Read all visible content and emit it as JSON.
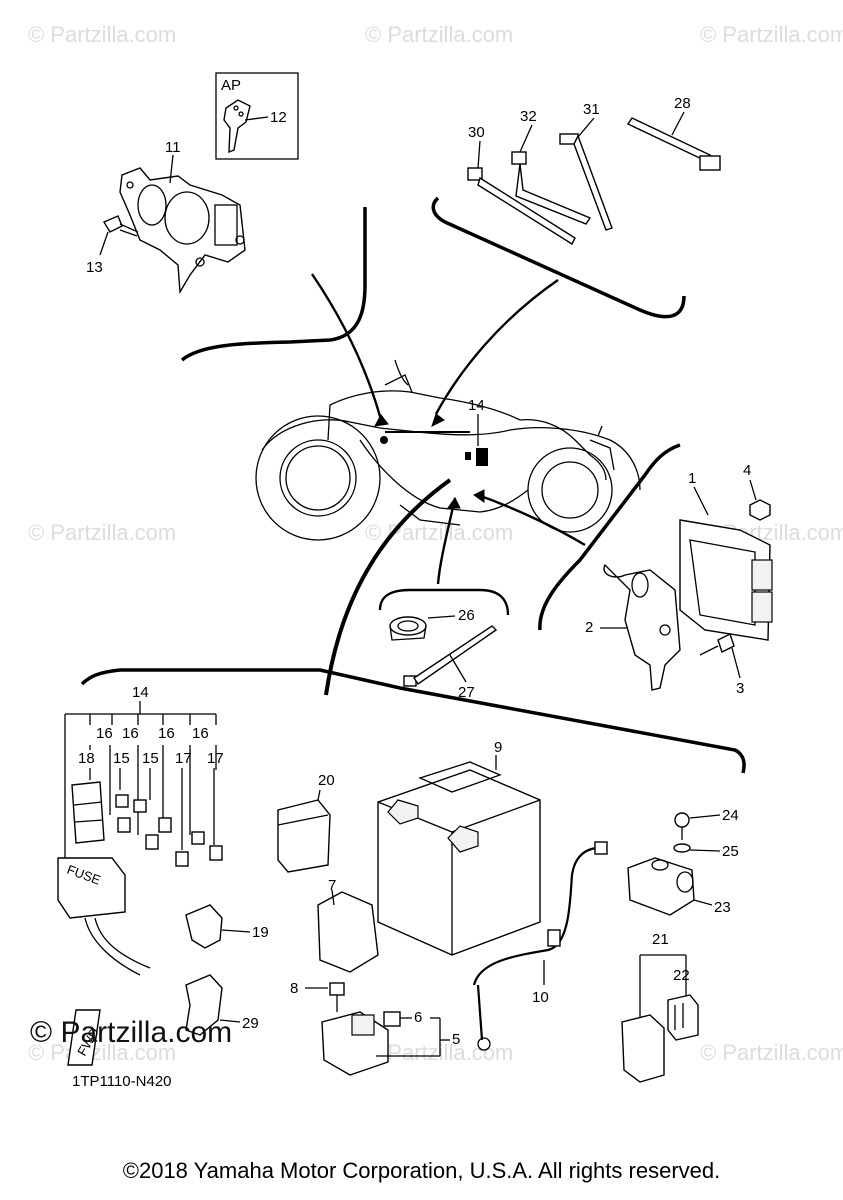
{
  "watermarks": [
    "© Partzilla.com",
    "© Partzilla.com",
    "© Partzilla.com",
    "© Partzilla.com",
    "© Partzilla.com",
    "© Partzilla.com",
    "© Partzilla.com",
    "© Partzilla.com",
    "© Partzilla.com"
  ],
  "logo_watermark": "© Partzilla.com",
  "ap_label": "AP",
  "fuse_text": "FUSE",
  "fwd_text": "FWD",
  "diagram_code": "1TP1110-N420",
  "copyright": "©2018 Yamaha Motor Corporation, U.S.A. All rights reserved.",
  "labels": {
    "p1": "1",
    "p2": "2",
    "p3": "3",
    "p4": "4",
    "p5": "5",
    "p6": "6",
    "p7": "7",
    "p8": "8",
    "p9": "9",
    "p10": "10",
    "p11": "11",
    "p12": "12",
    "p13": "13",
    "p14a": "14",
    "p14b": "14",
    "p15a": "15",
    "p15b": "15",
    "p16a": "16",
    "p16b": "16",
    "p16c": "16",
    "p16d": "16",
    "p17a": "17",
    "p17b": "17",
    "p18": "18",
    "p19": "19",
    "p20": "20",
    "p21": "21",
    "p22": "22",
    "p23": "23",
    "p24": "24",
    "p25": "25",
    "p26": "26",
    "p27": "27",
    "p28": "28",
    "p29": "29",
    "p30": "30",
    "p31": "31",
    "p32": "32"
  }
}
